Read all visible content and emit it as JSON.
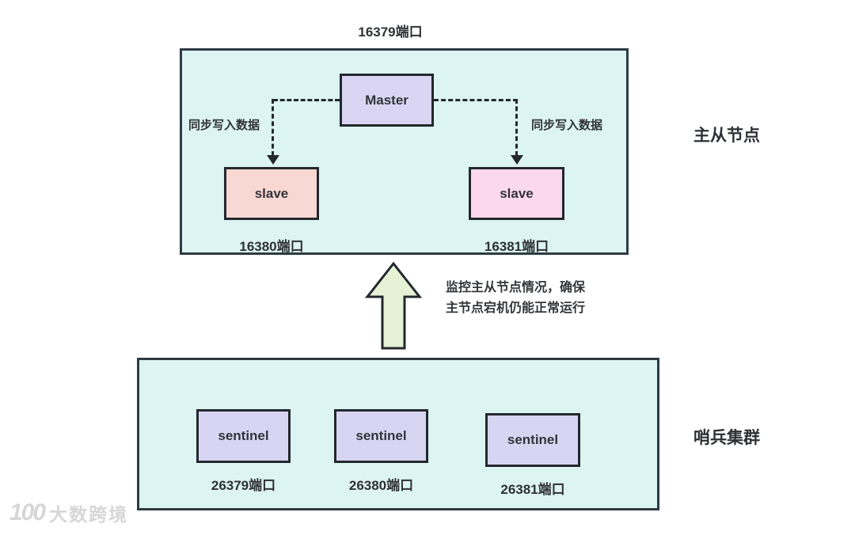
{
  "colors": {
    "container_bg": "#dcf4f2",
    "container_border": "#2e3a44",
    "box_border": "#23282e",
    "master_bg": "#d9d5f2",
    "slave_left_bg": "#f9d8d3",
    "slave_right_bg": "#fbd8ee",
    "sentinel_bg": "#d8d5f3",
    "arrow_bg": "#e6f2d6",
    "text": "#2f2f2f",
    "watermark": "#d6d6d6"
  },
  "master_group": {
    "top_port": "16379端口",
    "master": {
      "label": "Master"
    },
    "sync_label_left": "同步写入数据",
    "sync_label_right": "同步写入数据",
    "slaves": [
      {
        "label": "slave",
        "port": "16380端口"
      },
      {
        "label": "slave",
        "port": "16381端口"
      }
    ],
    "side_label": "主从节点"
  },
  "monitor_note": {
    "line1": "监控主从节点情况，确保",
    "line2": "主节点宕机仍能正常运行"
  },
  "sentinel_group": {
    "sentinels": [
      {
        "label": "sentinel",
        "port": "26379端口"
      },
      {
        "label": "sentinel",
        "port": "26380端口"
      },
      {
        "label": "sentinel",
        "port": "26381端口"
      }
    ],
    "side_label": "哨兵集群"
  },
  "watermark": {
    "logo": "100",
    "text": "大数跨境"
  }
}
